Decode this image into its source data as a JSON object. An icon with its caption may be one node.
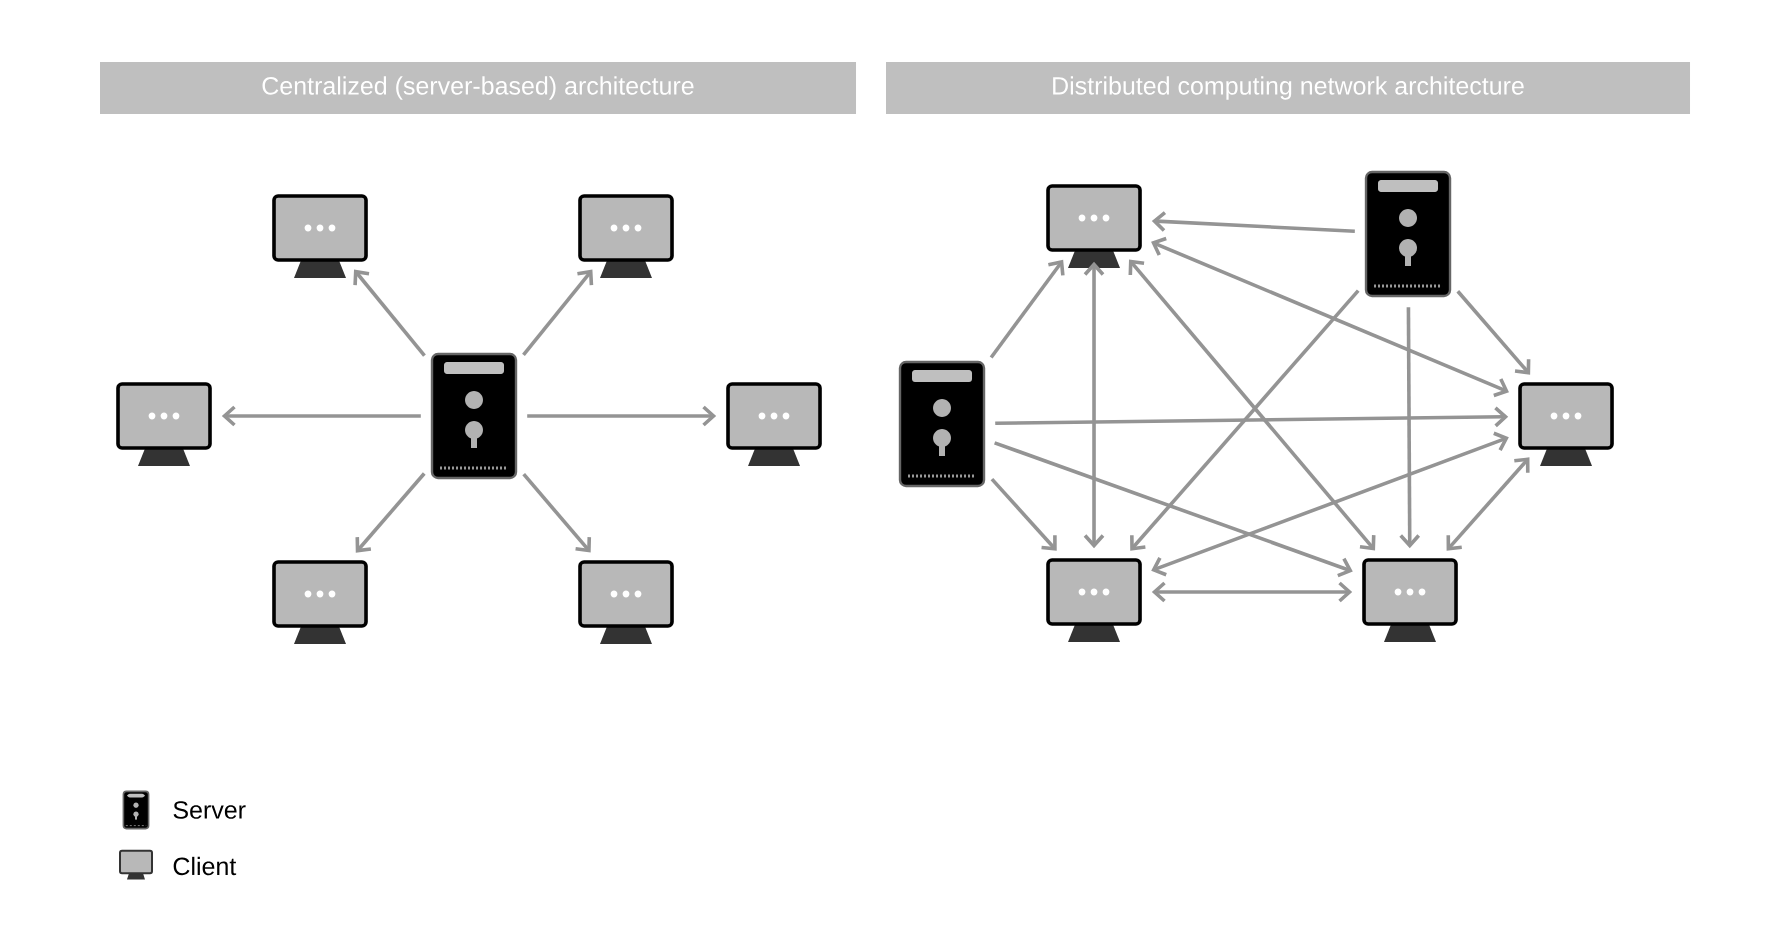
{
  "diagram": {
    "nodes": [
      {
        "text": [],
        "shape": "picture"
      },
      {
        "text": [],
        "shape": "picture"
      },
      {
        "text": [],
        "shape": "picture"
      },
      {
        "text": [],
        "shape": "picture"
      },
      {
        "text": [],
        "shape": "picture"
      },
      {
        "text": [],
        "shape": "picture"
      },
      {
        "text": [],
        "shape": "picture"
      },
      {
        "text": [],
        "shape": "picture"
      },
      {
        "text": [],
        "shape": "picture"
      },
      {
        "text": [],
        "shape": "picture"
      },
      {
        "text": [],
        "shape": "picture"
      },
      {
        "text": [],
        "shape": "picture"
      },
      {
        "text": [],
        "shape": "picture"
      }
    ],
    "edges": [
      {
        "from": 0,
        "to": 1,
        "arrow": "to"
      },
      {
        "from": 0,
        "to": 2,
        "arrow": "to"
      },
      {
        "from": 0,
        "to": 3,
        "arrow": "to"
      },
      {
        "from": 0,
        "to": 4,
        "arrow": "to"
      },
      {
        "from": 0,
        "to": 5,
        "arrow": "to"
      },
      {
        "from": 0,
        "to": 6,
        "arrow": "to"
      },
      {
        "from": 8,
        "to": 9,
        "arrow": "to"
      },
      {
        "from": 7,
        "to": 9,
        "arrow": "to"
      },
      {
        "from": 9,
        "to": 10,
        "arrow": "both"
      },
      {
        "from": 9,
        "to": 11,
        "arrow": "both"
      },
      {
        "from": 9,
        "to": 12,
        "arrow": "both"
      },
      {
        "from": 8,
        "to": 11,
        "arrow": "to"
      },
      {
        "from": 8,
        "to": 12,
        "arrow": "to"
      },
      {
        "from": 8,
        "to": 10,
        "arrow": "to"
      },
      {
        "from": 7,
        "to": 10,
        "arrow": "to"
      },
      {
        "from": 7,
        "to": 12,
        "arrow": "to"
      },
      {
        "from": 7,
        "to": 11,
        "arrow": "to"
      },
      {
        "from": 11,
        "to": 10,
        "arrow": "both"
      },
      {
        "from": 12,
        "to": 10,
        "arrow": "both"
      },
      {
        "from": 11,
        "to": 12,
        "arrow": "both"
      }
    ],
    "labels": [
      "Centralized (server-based) architecture",
      "Distributed computing network architecture"
    ],
    "legend": [
      {
        "text": "Server"
      },
      {
        "text": "Client"
      }
    ]
  }
}
